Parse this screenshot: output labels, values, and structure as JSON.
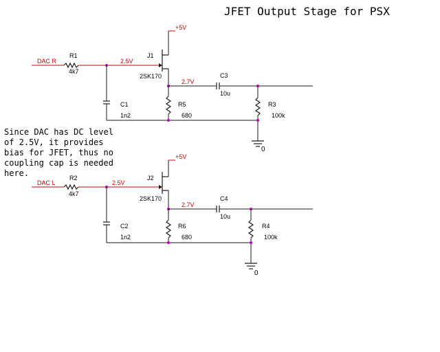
{
  "title": "JFET Output Stage for PSX",
  "note": [
    "Since DAC has DC level",
    "of 2.5V, it provides",
    "bias for JFET, thus no",
    "coupling cap is needed",
    "here."
  ],
  "ground_label": "0",
  "stages": [
    {
      "input": "DAC R",
      "r_in": {
        "ref": "R1",
        "value": "4k7"
      },
      "gate_net": "2.5V",
      "jfet": {
        "ref": "J1",
        "part": "2SK170"
      },
      "supply": "+5V",
      "source_net": "2.7V",
      "c_out": {
        "ref": "C3",
        "value": "10u"
      },
      "c_gate": {
        "ref": "C1",
        "value": "1n2"
      },
      "r_source": {
        "ref": "R5",
        "value": "680"
      },
      "r_load": {
        "ref": "R3",
        "value": "100k"
      }
    },
    {
      "input": "DAC L",
      "r_in": {
        "ref": "R2",
        "value": "4k7"
      },
      "gate_net": "2.5V",
      "jfet": {
        "ref": "J2",
        "part": "2SK170"
      },
      "supply": "+5V",
      "source_net": "2.7V",
      "c_out": {
        "ref": "C4",
        "value": "10u"
      },
      "c_gate": {
        "ref": "C2",
        "value": "1n2"
      },
      "r_source": {
        "ref": "R6",
        "value": "680"
      },
      "r_load": {
        "ref": "R4",
        "value": "100k"
      }
    }
  ]
}
